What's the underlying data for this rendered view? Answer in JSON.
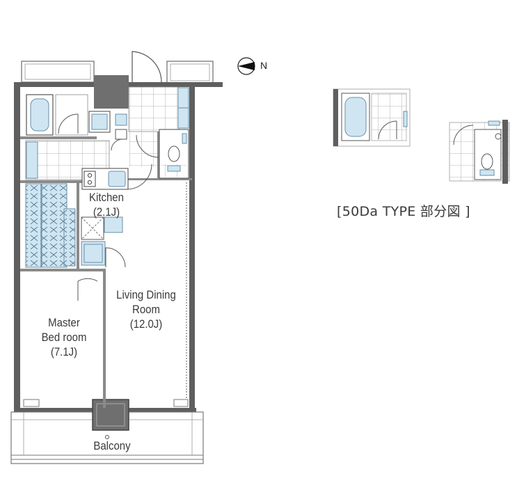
{
  "rooms": {
    "kitchen": {
      "name": "Kitchen",
      "size": "(2.1J)"
    },
    "living": {
      "name_line1": "Living Dining",
      "name_line2": "Room",
      "size": "(12.0J)"
    },
    "master": {
      "name_line1": "Master",
      "name_line2": "Bed room",
      "size": "(7.1J)"
    },
    "balcony": {
      "name": "Balcony"
    }
  },
  "compass": {
    "label": "N"
  },
  "caption": "[50Da TYPE 部分図 ]",
  "colors": {
    "wall": "#5f5f5f",
    "fixture_fill": "#cfe6f2",
    "fixture_line": "#6a8fa6",
    "column": "#6f6f6f",
    "tile": "#9a9a9a"
  }
}
